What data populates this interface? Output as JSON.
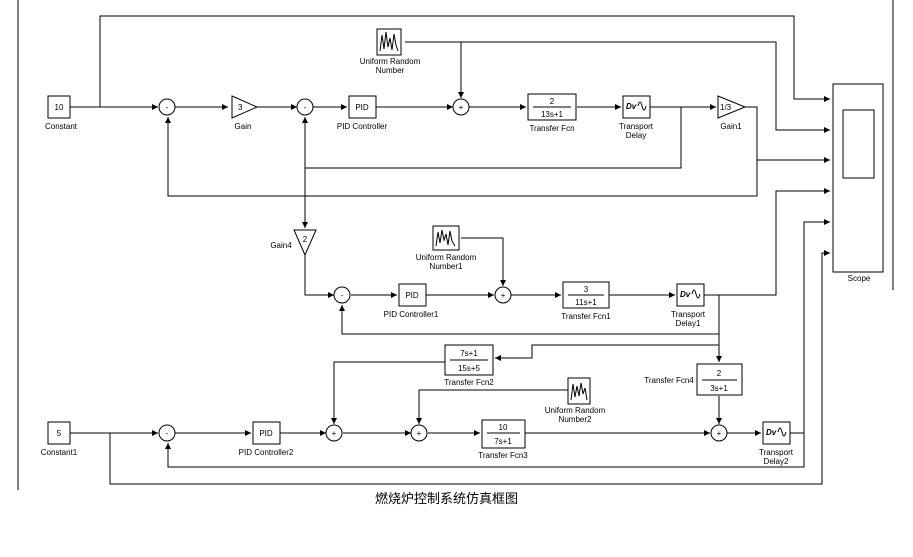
{
  "caption": "燃烧炉控制系统仿真框图",
  "colors": {
    "line": "#000000",
    "block_fill": "#ffffff",
    "background": "#ffffff"
  },
  "blocks": {
    "constant": {
      "value": "10",
      "label": "Constant"
    },
    "constant1": {
      "value": "5",
      "label": "Constant1"
    },
    "gain": {
      "value": "3",
      "label": "Gain"
    },
    "gain1": {
      "value": "1/3",
      "label": "Gain1"
    },
    "gain4": {
      "value": "2",
      "label": "Gain4"
    },
    "pid": {
      "value": "PID",
      "label": "PID Controller"
    },
    "pid1": {
      "value": "PID",
      "label": "PID Controller1"
    },
    "pid2": {
      "value": "PID",
      "label": "PID Controller2"
    },
    "urn": {
      "label1": "Uniform Random",
      "label2": "Number"
    },
    "urn1": {
      "label1": "Uniform Random",
      "label2": "Number1"
    },
    "urn2": {
      "label1": "Uniform Random",
      "label2": "Number2"
    },
    "tf": {
      "num": "2",
      "den": "13s+1",
      "label": "Transfer Fcn"
    },
    "tf1": {
      "num": "3",
      "den": "11s+1",
      "label": "Transfer Fcn1"
    },
    "tf2": {
      "num": "7s+1",
      "den": "15s+5",
      "label": "Transfer Fcn2"
    },
    "tf3": {
      "num": "10",
      "den": "7s+1",
      "label": "Transfer Fcn3"
    },
    "tf4": {
      "num": "2",
      "den": "3s+1",
      "label": "Transfer Fcn4"
    },
    "delay": {
      "label1": "Transport",
      "label2": "Delay"
    },
    "delay1": {
      "label1": "Transport",
      "label2": "Delay1"
    },
    "delay2": {
      "label1": "Transport",
      "label2": "Delay2"
    },
    "scope": {
      "label": "Scope"
    }
  }
}
